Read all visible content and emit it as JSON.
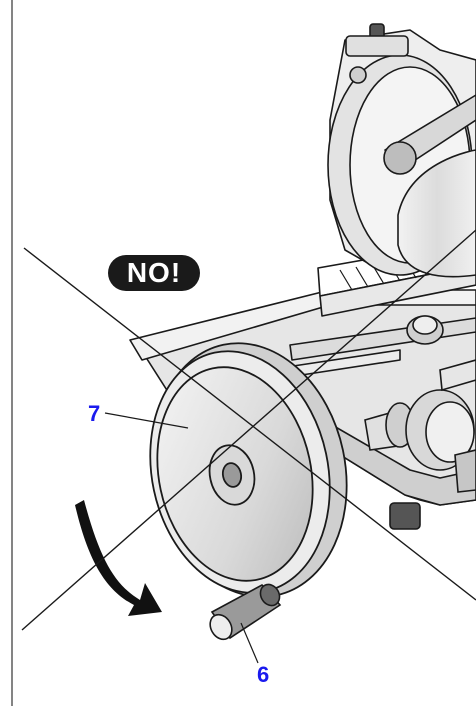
{
  "warning": {
    "text": "NO!"
  },
  "callouts": [
    {
      "number": "7",
      "part": "handwheel"
    },
    {
      "number": "6",
      "part": "handle"
    }
  ],
  "colors": {
    "callout": "#1a1aee",
    "badge": "#1a1a1a",
    "line": "#1a1a1a",
    "metal_light": "#eeeeee",
    "metal_mid": "#d4d4d4",
    "metal_dark": "#9a9a9a"
  },
  "icons": [
    "rotation-arrow-icon",
    "cross-out-icon"
  ]
}
